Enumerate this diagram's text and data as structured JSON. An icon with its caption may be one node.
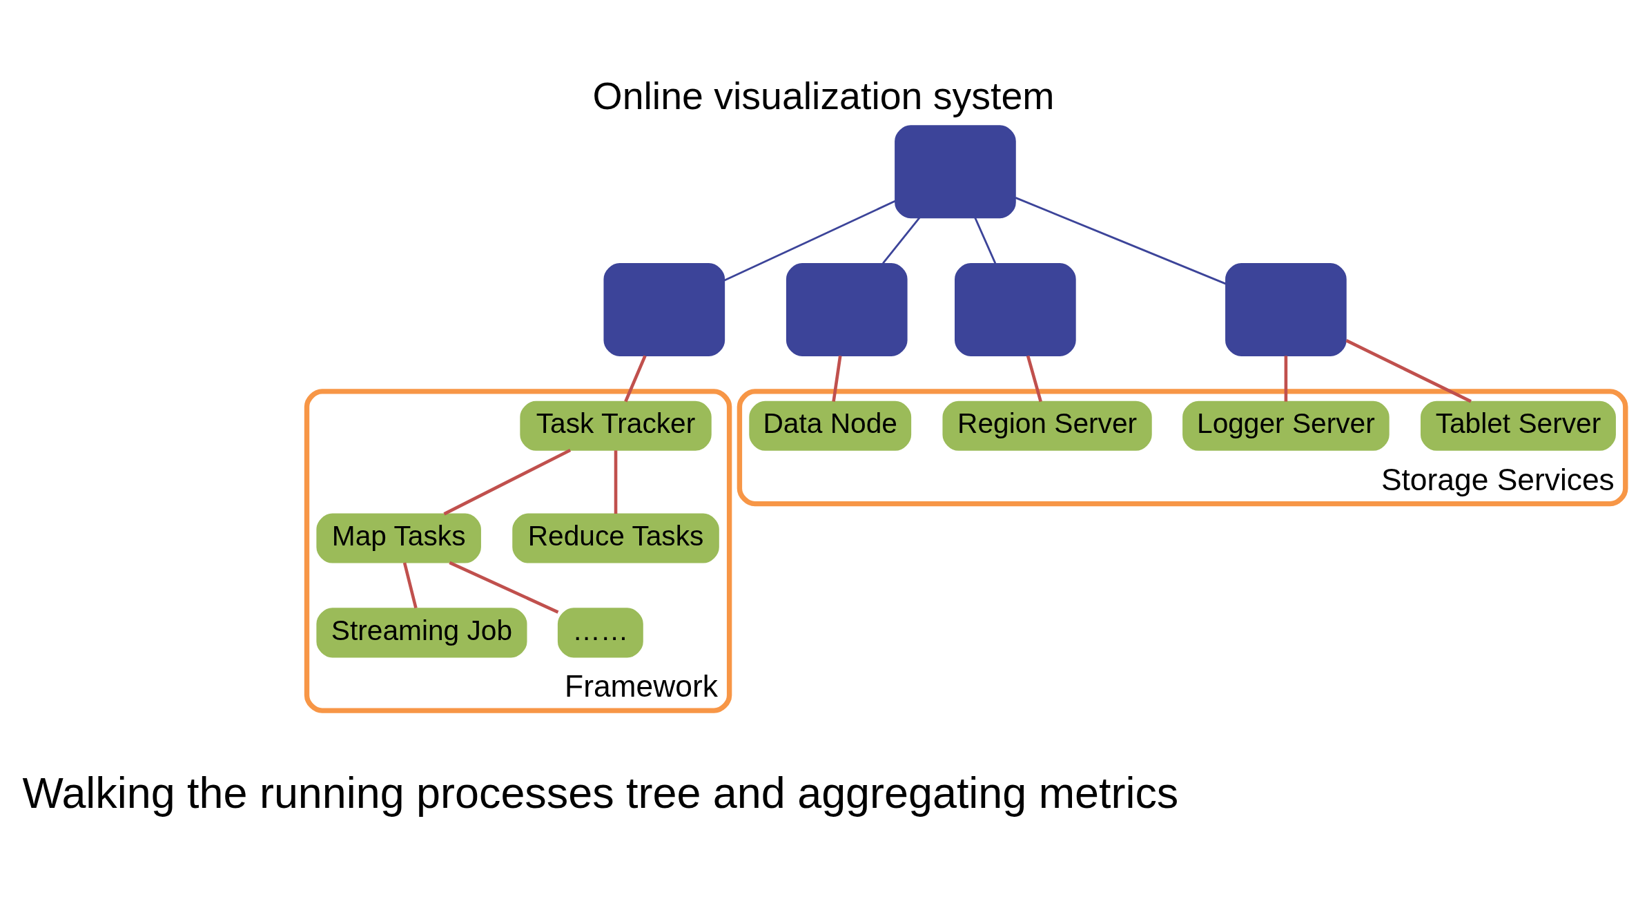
{
  "diagram": {
    "title": "Online visualization system",
    "nodes": [
      {
        "text": [],
        "shape": "box"
      },
      {
        "text": [],
        "shape": "box"
      },
      {
        "text": [],
        "shape": "box"
      },
      {
        "text": [],
        "shape": "box"
      },
      {
        "text": [],
        "shape": "box"
      },
      {
        "text": [
          "Framework"
        ]
      },
      {
        "text": [
          "Task Tracker"
        ],
        "in": 5
      },
      {
        "text": [
          "Map Tasks"
        ],
        "in": 5
      },
      {
        "text": [
          "Reduce Tasks"
        ],
        "in": 5
      },
      {
        "text": [
          "Streaming Job"
        ],
        "in": 5
      },
      {
        "text": [
          "……"
        ],
        "in": 5
      },
      {
        "text": [
          "Storage Services"
        ]
      },
      {
        "text": [
          "Data Node"
        ],
        "in": 11
      },
      {
        "text": [
          "Region Server"
        ],
        "in": 11
      },
      {
        "text": [
          "Tablet Server"
        ],
        "in": 11
      },
      {
        "text": [
          "Logger Server"
        ],
        "in": 11
      }
    ],
    "edges": [
      {
        "from": 0,
        "to": 1,
        "arrow": "none",
        "color": "#3c4499"
      },
      {
        "from": 0,
        "to": 2,
        "arrow": "none",
        "color": "#3c4499"
      },
      {
        "from": 0,
        "to": 3,
        "arrow": "none",
        "color": "#3c4499"
      },
      {
        "from": 0,
        "to": 4,
        "arrow": "none",
        "color": "#3c4499"
      },
      {
        "from": 1,
        "to": 6,
        "arrow": "none"
      },
      {
        "from": 6,
        "to": 7,
        "arrow": "none"
      },
      {
        "from": 6,
        "to": 8,
        "arrow": "none"
      },
      {
        "from": 7,
        "to": 9,
        "arrow": "none"
      },
      {
        "from": 7,
        "to": 10,
        "arrow": "none"
      },
      {
        "from": 2,
        "to": 12,
        "arrow": "none"
      },
      {
        "from": 3,
        "to": 13,
        "arrow": "none"
      },
      {
        "from": 4,
        "to": 14,
        "arrow": "none"
      },
      {
        "from": 4,
        "to": 15,
        "arrow": "none"
      }
    ],
    "labels": [
      "Walking the running processes tree and aggregating metrics"
    ]
  }
}
